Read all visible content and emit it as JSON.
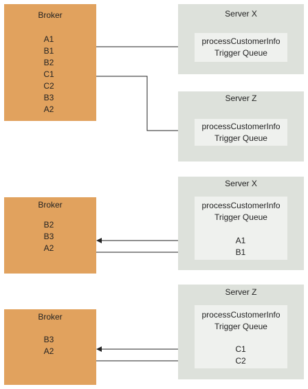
{
  "brokers": [
    {
      "title": "Broker",
      "items": [
        "A1",
        "B1",
        "B2",
        "C1",
        "C2",
        "B3",
        "A2"
      ]
    },
    {
      "title": "Broker",
      "items": [
        "B2",
        "B3",
        "A2"
      ]
    },
    {
      "title": "Broker",
      "items": [
        "B3",
        "A2"
      ]
    }
  ],
  "servers": [
    {
      "title": "Server X",
      "queue_label": "processCustomerInfo",
      "queue_sublabel": "Trigger Queue",
      "items": []
    },
    {
      "title": "Server Z",
      "queue_label": "processCustomerInfo",
      "queue_sublabel": "Trigger Queue",
      "items": []
    },
    {
      "title": "Server X",
      "queue_label": "processCustomerInfo",
      "queue_sublabel": "Trigger Queue",
      "items": [
        "A1",
        "B1"
      ]
    },
    {
      "title": "Server Z",
      "queue_label": "processCustomerInfo",
      "queue_sublabel": "Trigger Queue",
      "items": [
        "C1",
        "C2"
      ]
    }
  ],
  "colors": {
    "broker": "#E1A25E",
    "server": "#DDE1DB",
    "queue": "#EFF1EE",
    "line": "#222222"
  }
}
